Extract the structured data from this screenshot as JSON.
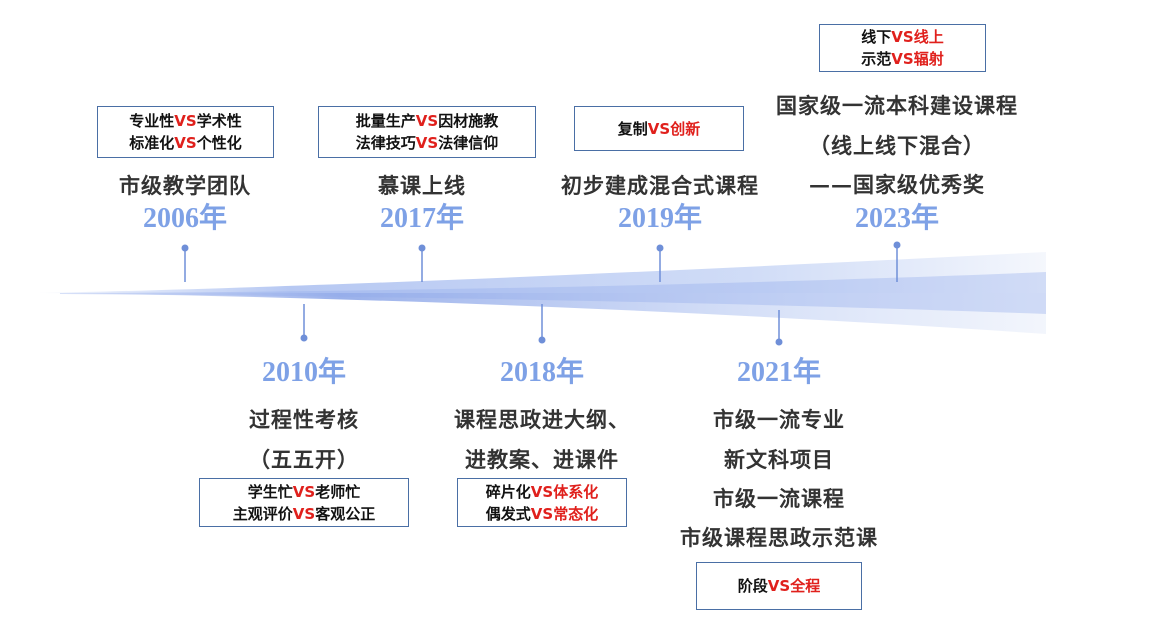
{
  "colors": {
    "year": "#7ea1e6",
    "title": "#333333",
    "box_border": "#4a6fa5",
    "vs": "#e0201c",
    "connector": "#6f8fd8",
    "ribbon": "#7b9be8"
  },
  "milestones": [
    {
      "id": "2006",
      "year": "2006年",
      "titles": [
        "市级教学团队"
      ],
      "box": [
        {
          "a": "专业性",
          "vs": "VS",
          "b": "学术性"
        },
        {
          "a": "标准化",
          "vs": "VS",
          "b": "个性化"
        }
      ]
    },
    {
      "id": "2010",
      "year": "2010年",
      "titles": [
        "过程性考核",
        "（五五开）"
      ],
      "box": [
        {
          "a": "学生忙",
          "vs": "VS",
          "b": "老师忙"
        },
        {
          "a": "主观评价",
          "vs": "VS",
          "b": "客观公正"
        }
      ]
    },
    {
      "id": "2017",
      "year": "2017年",
      "titles": [
        "慕课上线"
      ],
      "box": [
        {
          "a": "批量生产",
          "vs": "VS",
          "b": "因材施教"
        },
        {
          "a": "法律技巧",
          "vs": "VS",
          "b": "法律信仰"
        }
      ]
    },
    {
      "id": "2018",
      "year": "2018年",
      "titles": [
        "课程思政进大纲、",
        "进教案、进课件"
      ],
      "box": [
        {
          "a": "碎片化",
          "vs": "VS",
          "b": "体系化",
          "b_red": true
        },
        {
          "a": "偶发式",
          "vs": "VS",
          "b": "常态化",
          "b_red": true
        }
      ]
    },
    {
      "id": "2019",
      "year": "2019年",
      "titles": [
        "初步建成混合式课程"
      ],
      "box": [
        {
          "a": "复制",
          "vs": "VS",
          "b": "创新",
          "b_red": true
        }
      ]
    },
    {
      "id": "2021",
      "year": "2021年",
      "titles": [
        "市级一流专业",
        "新文科项目",
        "市级一流课程",
        "市级课程思政示范课"
      ],
      "box": [
        {
          "a": "阶段",
          "vs": "VS",
          "b": "全程",
          "b_red": true
        }
      ]
    },
    {
      "id": "2023",
      "year": "2023年",
      "titles": [
        "国家级一流本科建设课程",
        "（线上线下混合）",
        "——国家级优秀奖"
      ],
      "box": [
        {
          "a": "线下",
          "vs": "VS",
          "b": "线上",
          "b_red": true
        },
        {
          "a": "示范",
          "vs": "VS",
          "b": "辐射",
          "b_red": true
        }
      ]
    }
  ]
}
